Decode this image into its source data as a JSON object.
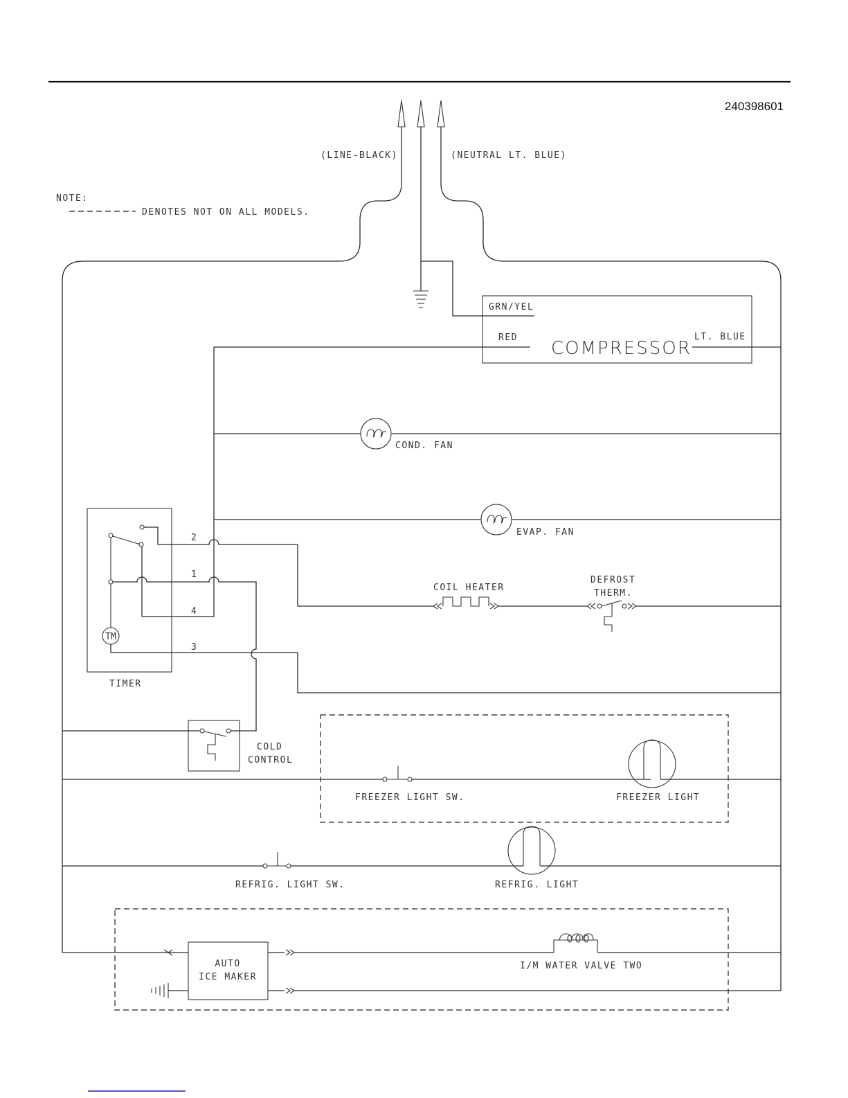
{
  "document": {
    "part_number": "240398601",
    "note_title": "NOTE:",
    "note_text": "DENOTES NOT ON ALL MODELS."
  },
  "power": {
    "line_label": "(LINE-BLACK)",
    "neutral_label": "(NEUTRAL LT. BLUE)"
  },
  "compressor": {
    "label": "COMPRESSOR",
    "wire_ground": "GRN/YEL",
    "wire_red": "RED",
    "wire_blue": "LT. BLUE"
  },
  "components": {
    "cond_fan": "COND. FAN",
    "evap_fan": "EVAP. FAN",
    "coil_heater": "COIL HEATER",
    "defrost_therm_line1": "DEFROST",
    "defrost_therm_line2": "THERM.",
    "timer": "TIMER",
    "timer_motor": "TM",
    "timer_terminals": [
      "2",
      "1",
      "4",
      "3"
    ],
    "cold_control_line1": "COLD",
    "cold_control_line2": "CONTROL",
    "freezer_light_sw": "FREEZER LIGHT SW.",
    "freezer_light": "FREEZER LIGHT",
    "refrig_light_sw": "REFRIG. LIGHT SW.",
    "refrig_light": "REFRIG. LIGHT",
    "ice_maker_line1": "AUTO",
    "ice_maker_line2": "ICE MAKER",
    "water_valve": "I/M WATER VALVE TWO"
  }
}
